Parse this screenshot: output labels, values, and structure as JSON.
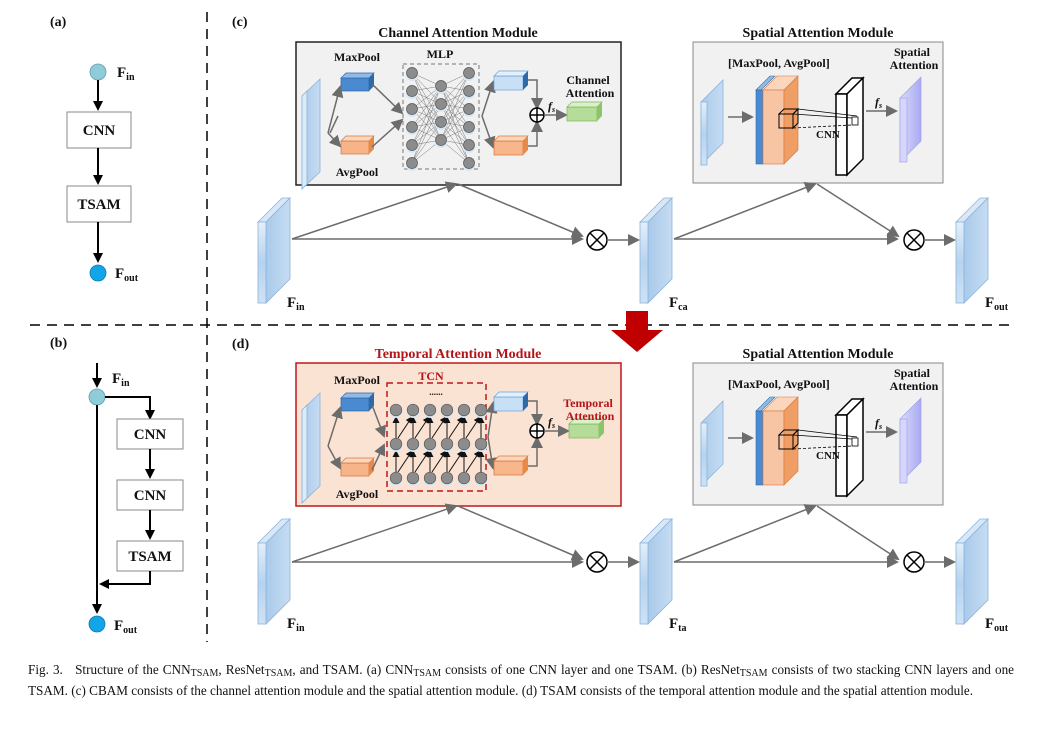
{
  "panels": {
    "a": {
      "label": "(a)",
      "input": "F",
      "input_sub": "in",
      "blocks": [
        "CNN",
        "TSAM"
      ],
      "output": "F",
      "output_sub": "out"
    },
    "b": {
      "label": "(b)",
      "input": "F",
      "input_sub": "in",
      "blocks": [
        "CNN",
        "CNN",
        "TSAM"
      ],
      "output": "F",
      "output_sub": "out"
    },
    "c": {
      "label": "(c)",
      "module1": {
        "title": "Channel Attention Module",
        "maxpool": "MaxPool",
        "avgpool": "AvgPool",
        "mlp": "MLP",
        "fs": "f",
        "fs_sub": "s",
        "output_line1": "Channel",
        "output_line2": "Attention"
      },
      "module2": {
        "title": "Spatial Attention Module",
        "pool_label": "[MaxPool, AvgPool]",
        "cnn": "CNN",
        "fs": "f",
        "fs_sub": "s",
        "output_line1": "Spatial",
        "output_line2": "Attention"
      },
      "features": [
        {
          "main": "F",
          "sub": "in"
        },
        {
          "main": "F",
          "sub": "ca"
        },
        {
          "main": "F",
          "sub": "out"
        }
      ]
    },
    "d": {
      "label": "(d)",
      "module1": {
        "title": "Temporal Attention Module",
        "maxpool": "MaxPool",
        "avgpool": "AvgPool",
        "tcn": "TCN",
        "dots": "......",
        "fs": "f",
        "fs_sub": "s",
        "output_line1": "Temporal",
        "output_line2": "Attention"
      },
      "module2": {
        "title": "Spatial Attention Module",
        "pool_label": "[MaxPool, AvgPool]",
        "cnn": "CNN",
        "fs": "f",
        "fs_sub": "s",
        "output_line1": "Spatial",
        "output_line2": "Attention"
      },
      "features": [
        {
          "main": "F",
          "sub": "in"
        },
        {
          "main": "F",
          "sub": "ta"
        },
        {
          "main": "F",
          "sub": "out"
        }
      ]
    }
  },
  "colors": {
    "node_in": "#8fcbd8",
    "node_out": "#12a5e8",
    "feature_blue": "#b6d3ee",
    "maxpool_blue": "#4a8ad0",
    "avgpool_orange": "#f4a66f",
    "attention_green": "#b5dd99",
    "spatial_purple": "#b9b9f4",
    "module_bg": "#f1f1f1",
    "temporal_bg": "#fbe3d3",
    "temporal_red": "#c0161c",
    "arrow_gray": "#6c6c6c",
    "transition_arrow": "#c00000"
  },
  "caption": {
    "fig": "Fig. 3.",
    "p1": "Structure of the CNN",
    "s1": "TSAM",
    "p2": ", ResNet",
    "s2": "TSAM",
    "p3": ", and TSAM. (a) CNN",
    "s3": "TSAM",
    "p4": " consists of one CNN layer and one TSAM. (b) ResNet",
    "s4": "TSAM",
    "p5": " consists of two stacking CNN layers and one TSAM. (c) CBAM consists of the channel attention module and the spatial attention module. (d) TSAM consists of the temporal attention module and the spatial attention module."
  }
}
